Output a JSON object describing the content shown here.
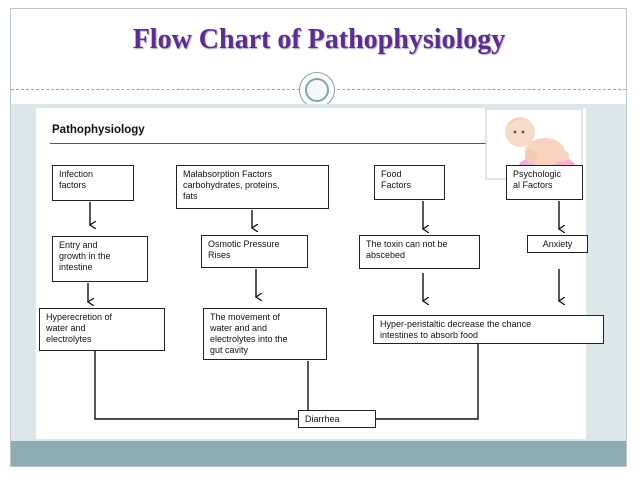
{
  "slide": {
    "title": "Flow Chart of Pathophysiology"
  },
  "diagram": {
    "heading": "Pathophysiology",
    "boxes": {
      "infection": "Infection\nfactors",
      "malabsorption": "Malabsorption Factors\ncarbohydrates, proteins,\nfats",
      "food": "Food\nFactors",
      "psychologic": "Psychologic\nal Factors",
      "entry": "Entry and\ngrowth in the\nintestine",
      "osmotic": "Osmotic Pressure\nRises",
      "toxin": "The toxin can not be\nabscebed",
      "anxiety": "Anxiety",
      "hypersecretion": "Hyperecretion of\nwater and\nelectrolytes",
      "movement": "The movement of\nwater and and\nelectrolytes into the\ngut cavity",
      "peristaltic": "Hyper-peristaltic decrease the chance\nintestines to absorb food",
      "diarrhea": "Diarrhea"
    }
  },
  "colors": {
    "title": "#5b2f8c",
    "panel": "#dde7e9",
    "footer": "#8fabb3"
  }
}
